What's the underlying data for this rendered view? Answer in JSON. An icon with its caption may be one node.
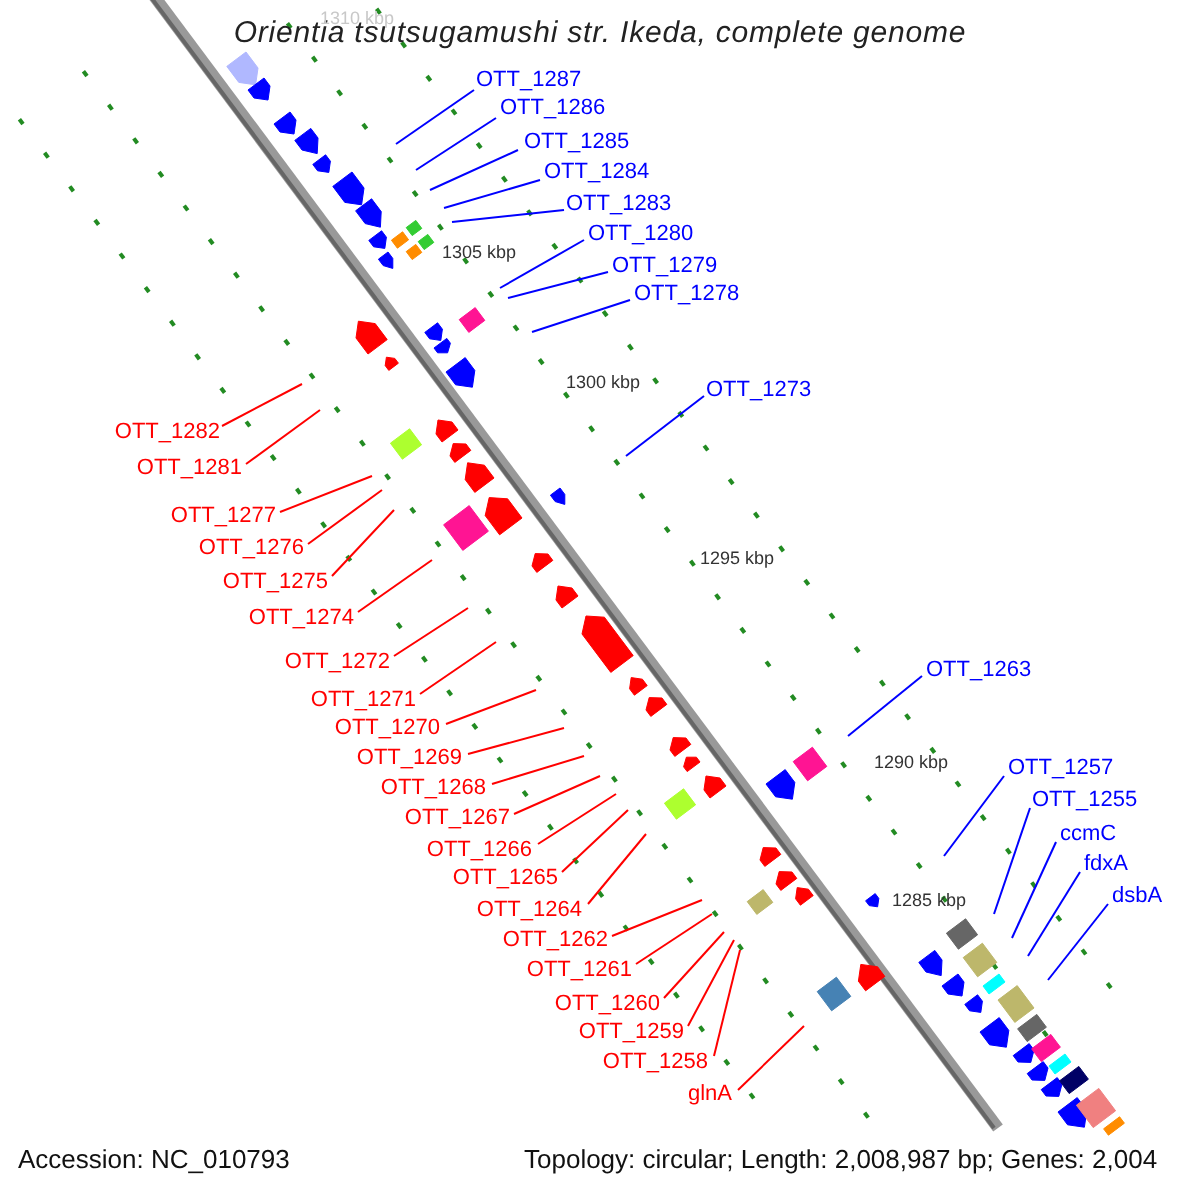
{
  "diagram": {
    "title": "Orientia tsutsugamushi str. Ikeda, complete genome",
    "nodes": [
      {
        "text": [
          "OTT_1287"
        ]
      },
      {
        "text": [
          "OTT_1286"
        ]
      },
      {
        "text": [
          "OTT_1285"
        ]
      },
      {
        "text": [
          "OTT_1284"
        ]
      },
      {
        "text": [
          "OTT_1283"
        ]
      },
      {
        "text": [
          "OTT_1280"
        ]
      },
      {
        "text": [
          "OTT_1279"
        ]
      },
      {
        "text": [
          "OTT_1278"
        ]
      },
      {
        "text": [
          "OTT_1273"
        ]
      },
      {
        "text": [
          "OTT_1282"
        ]
      },
      {
        "text": [
          "OTT_1281"
        ]
      },
      {
        "text": [
          "OTT_1277"
        ]
      },
      {
        "text": [
          "OTT_1276"
        ]
      },
      {
        "text": [
          "OTT_1275"
        ]
      },
      {
        "text": [
          "OTT_1274"
        ]
      },
      {
        "text": [
          "OTT_1272"
        ]
      },
      {
        "text": [
          "OTT_1263"
        ]
      },
      {
        "text": [
          "OTT_1271"
        ]
      },
      {
        "text": [
          "OTT_1270"
        ]
      },
      {
        "text": [
          "OTT_1269"
        ]
      },
      {
        "text": [
          "OTT_1257"
        ]
      },
      {
        "text": [
          "OTT_1268"
        ]
      },
      {
        "text": [
          "OTT_1255"
        ]
      },
      {
        "text": [
          "OTT_1267"
        ]
      },
      {
        "text": [
          "ccmC"
        ]
      },
      {
        "text": [
          "OTT_1266"
        ]
      },
      {
        "text": [
          "fdxA"
        ]
      },
      {
        "text": [
          "OTT_1265"
        ]
      },
      {
        "text": [
          "dsbA"
        ]
      },
      {
        "text": [
          "OTT_1264"
        ]
      },
      {
        "text": [
          "OTT_1262"
        ]
      },
      {
        "text": [
          "OTT_1261"
        ]
      },
      {
        "text": [
          "OTT_1260"
        ]
      },
      {
        "text": [
          "OTT_1259"
        ]
      },
      {
        "text": [
          "OTT_1258"
        ]
      },
      {
        "text": [
          "glnA"
        ]
      }
    ],
    "edges": [
      {
        "from": 0,
        "to": null,
        "arrow": "none",
        "color": "#0000ff"
      },
      {
        "from": 1,
        "to": null,
        "arrow": "none",
        "color": "#0000ff"
      },
      {
        "from": 2,
        "to": null,
        "arrow": "none",
        "color": "#0000ff"
      },
      {
        "from": 3,
        "to": null,
        "arrow": "none",
        "color": "#0000ff"
      },
      {
        "from": 4,
        "to": null,
        "arrow": "none",
        "color": "#0000ff"
      },
      {
        "from": 5,
        "to": null,
        "arrow": "none",
        "color": "#0000ff"
      },
      {
        "from": 6,
        "to": null,
        "arrow": "none",
        "color": "#0000ff"
      },
      {
        "from": 7,
        "to": null,
        "arrow": "none",
        "color": "#0000ff"
      },
      {
        "from": 8,
        "to": null,
        "arrow": "none",
        "color": "#0000ff"
      },
      {
        "from": 9,
        "to": null,
        "arrow": "none"
      },
      {
        "from": 10,
        "to": null,
        "arrow": "none"
      },
      {
        "from": 11,
        "to": null,
        "arrow": "none"
      },
      {
        "from": 12,
        "to": null,
        "arrow": "none"
      },
      {
        "from": 13,
        "to": null,
        "arrow": "none"
      },
      {
        "from": 14,
        "to": null,
        "arrow": "none"
      },
      {
        "from": 15,
        "to": null,
        "arrow": "none"
      },
      {
        "from": 16,
        "to": null,
        "arrow": "none",
        "color": "#0000ff"
      },
      {
        "from": 17,
        "to": null,
        "arrow": "none"
      },
      {
        "from": 18,
        "to": null,
        "arrow": "none"
      },
      {
        "from": 19,
        "to": null,
        "arrow": "none"
      },
      {
        "from": 20,
        "to": null,
        "arrow": "none",
        "color": "#0000ff"
      },
      {
        "from": 21,
        "to": null,
        "arrow": "none"
      },
      {
        "from": 22,
        "to": null,
        "arrow": "none",
        "color": "#0000ff"
      },
      {
        "from": 23,
        "to": null,
        "arrow": "none"
      },
      {
        "from": 24,
        "to": null,
        "arrow": "none",
        "color": "#0000ff"
      },
      {
        "from": 25,
        "to": null,
        "arrow": "none"
      },
      {
        "from": 26,
        "to": null,
        "arrow": "none",
        "color": "#0000ff"
      },
      {
        "from": 27,
        "to": null,
        "arrow": "none"
      },
      {
        "from": 28,
        "to": null,
        "arrow": "none",
        "color": "#0000ff"
      },
      {
        "from": 29,
        "to": null,
        "arrow": "none"
      },
      {
        "from": 30,
        "to": null,
        "arrow": "none"
      },
      {
        "from": 31,
        "to": null,
        "arrow": "none"
      },
      {
        "from": 32,
        "to": null,
        "arrow": "none"
      },
      {
        "from": 33,
        "to": null,
        "arrow": "none"
      },
      {
        "from": 34,
        "to": null,
        "arrow": "none"
      },
      {
        "from": 35,
        "to": null,
        "arrow": "none"
      }
    ],
    "labels": [
      "1310 kbp",
      "1305 kbp",
      "1300 kbp",
      "1295 kbp",
      "1290 kbp",
      "1285 kbp",
      "Accession: NC_010793",
      "Topology: circular; Length: 2,008,987 bp; Genes: 2,004"
    ]
  }
}
